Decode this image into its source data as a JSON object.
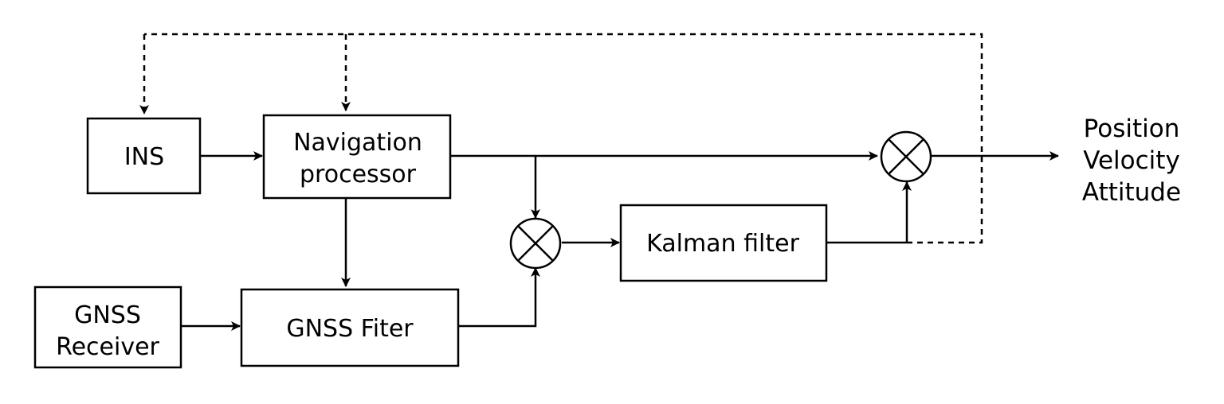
{
  "blocks": {
    "ins": "INS",
    "nav_processor": [
      "Navigation",
      "processor"
    ],
    "gnss_receiver": [
      "GNSS",
      "Receiver"
    ],
    "gnss_filter": "GNSS Fiter",
    "kalman_filter": "Kalman filter"
  },
  "outputs": [
    "Position",
    "Velocity",
    "Attitude"
  ],
  "junction_symbol": "multiplier-circle"
}
